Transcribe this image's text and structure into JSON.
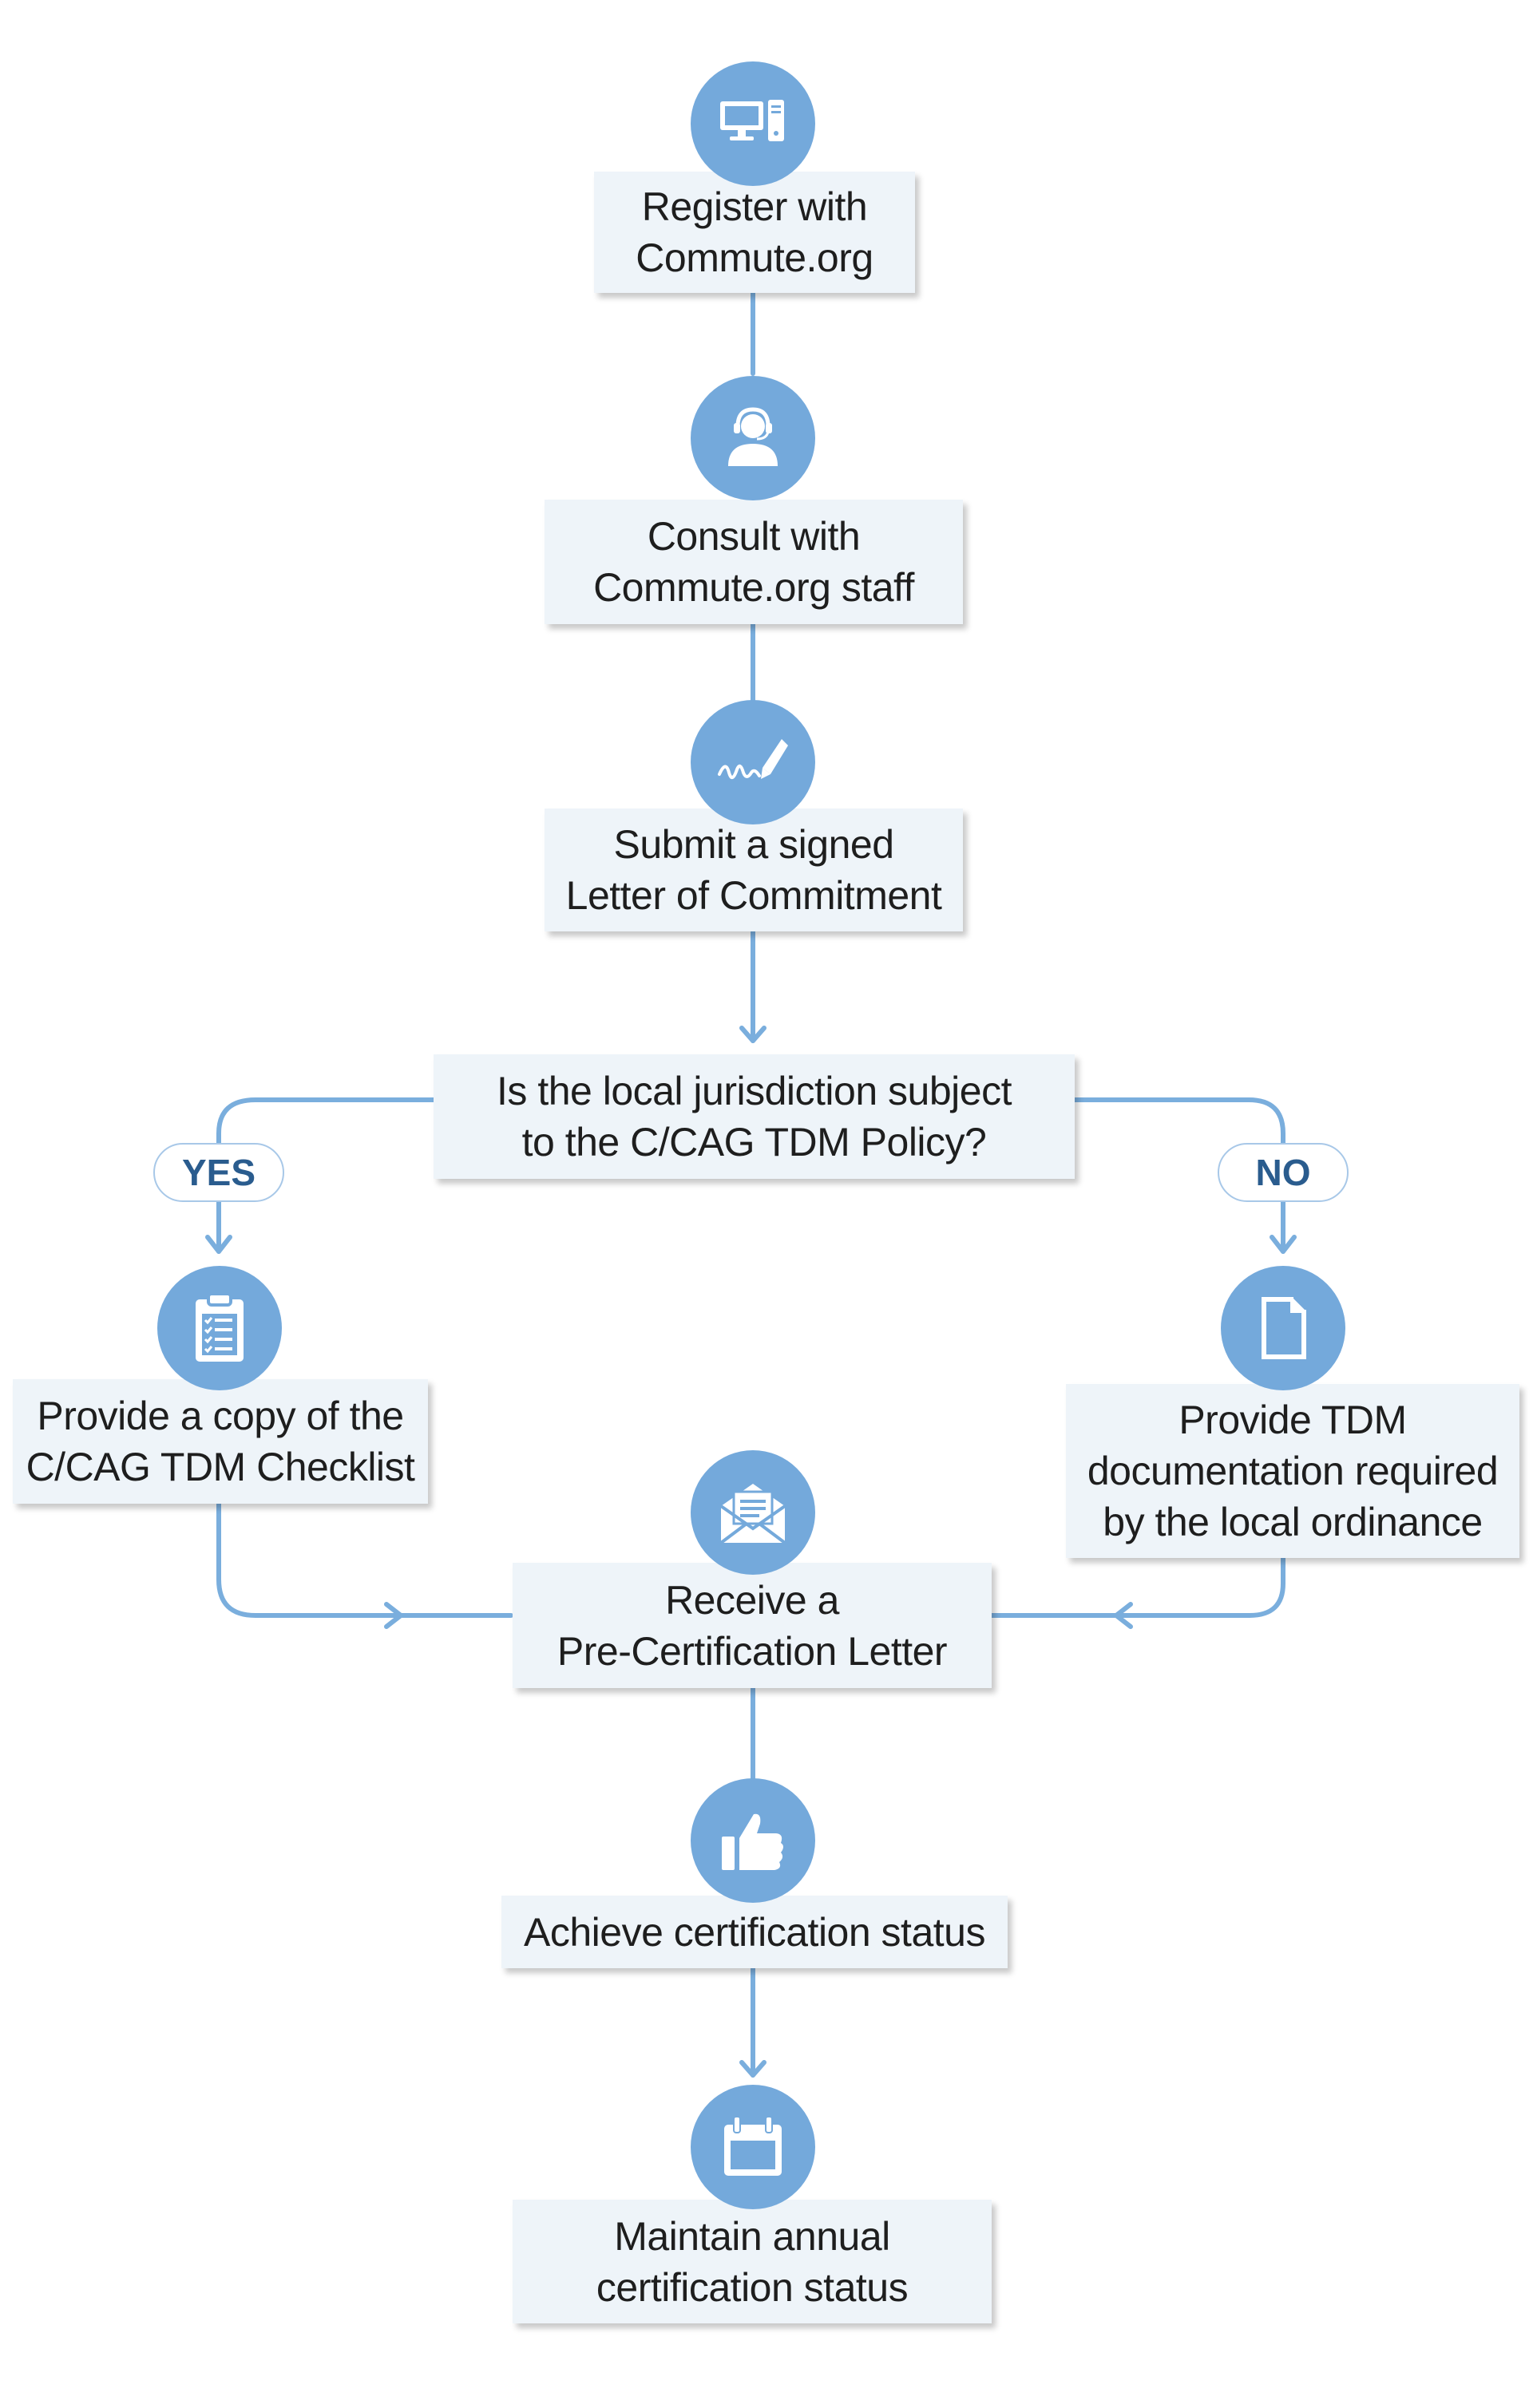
{
  "colors": {
    "icon_fill": "#74a9db",
    "connector": "#7aaedd",
    "box_fill": "#eef4f9",
    "label_text": "#2a5c8e",
    "body_text": "#1e1e1e"
  },
  "steps": {
    "register": {
      "text": "Register with\nCommute.org",
      "icon": "desktop-computer-icon"
    },
    "consult": {
      "text": "Consult with\nCommute.org staff",
      "icon": "headset-agent-icon"
    },
    "submit": {
      "text": "Submit a signed\nLetter of Commitment",
      "icon": "signature-pen-icon"
    },
    "question": {
      "text": "Is the local jurisdiction subject\nto the C/CAG TDM Policy?"
    },
    "checklist": {
      "text": "Provide a copy of the\nC/CAG TDM Checklist",
      "icon": "clipboard-checklist-icon"
    },
    "documentation": {
      "text": "Provide TDM\ndocumentation required\nby the local ordinance",
      "icon": "document-icon"
    },
    "receive": {
      "text": "Receive a\nPre-Certification Letter",
      "icon": "envelope-letter-icon"
    },
    "achieve": {
      "text": "Achieve certification status",
      "icon": "thumbs-up-icon"
    },
    "maintain": {
      "text": "Maintain annual\ncertification status",
      "icon": "calendar-icon"
    }
  },
  "branches": {
    "yes": "YES",
    "no": "NO"
  }
}
